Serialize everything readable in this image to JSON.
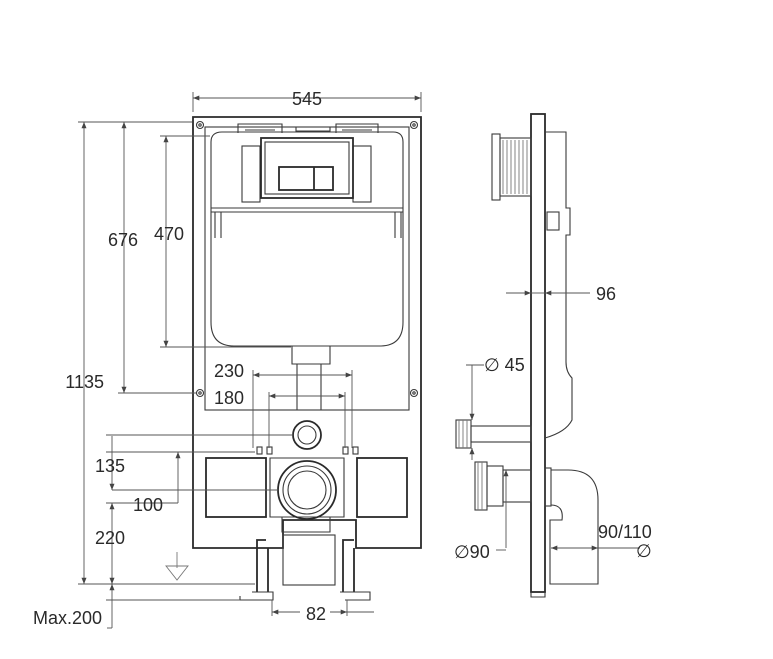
{
  "dimensions": {
    "width_frame": "545",
    "height_cistern_total": "676",
    "height_cistern": "470",
    "height_total": "1135",
    "bolt_spacing_outer": "230",
    "bolt_spacing_inner": "180",
    "inlet_height": "135",
    "outlet_offset": "100",
    "outlet_height": "220",
    "floor_max": "Max.200",
    "foot_width": "82",
    "depth": "96",
    "inlet_diameter": "∅ 45",
    "outlet_diameter": "∅90",
    "drain_diameter": "90/110",
    "drain_diameter_symbol": "∅"
  }
}
